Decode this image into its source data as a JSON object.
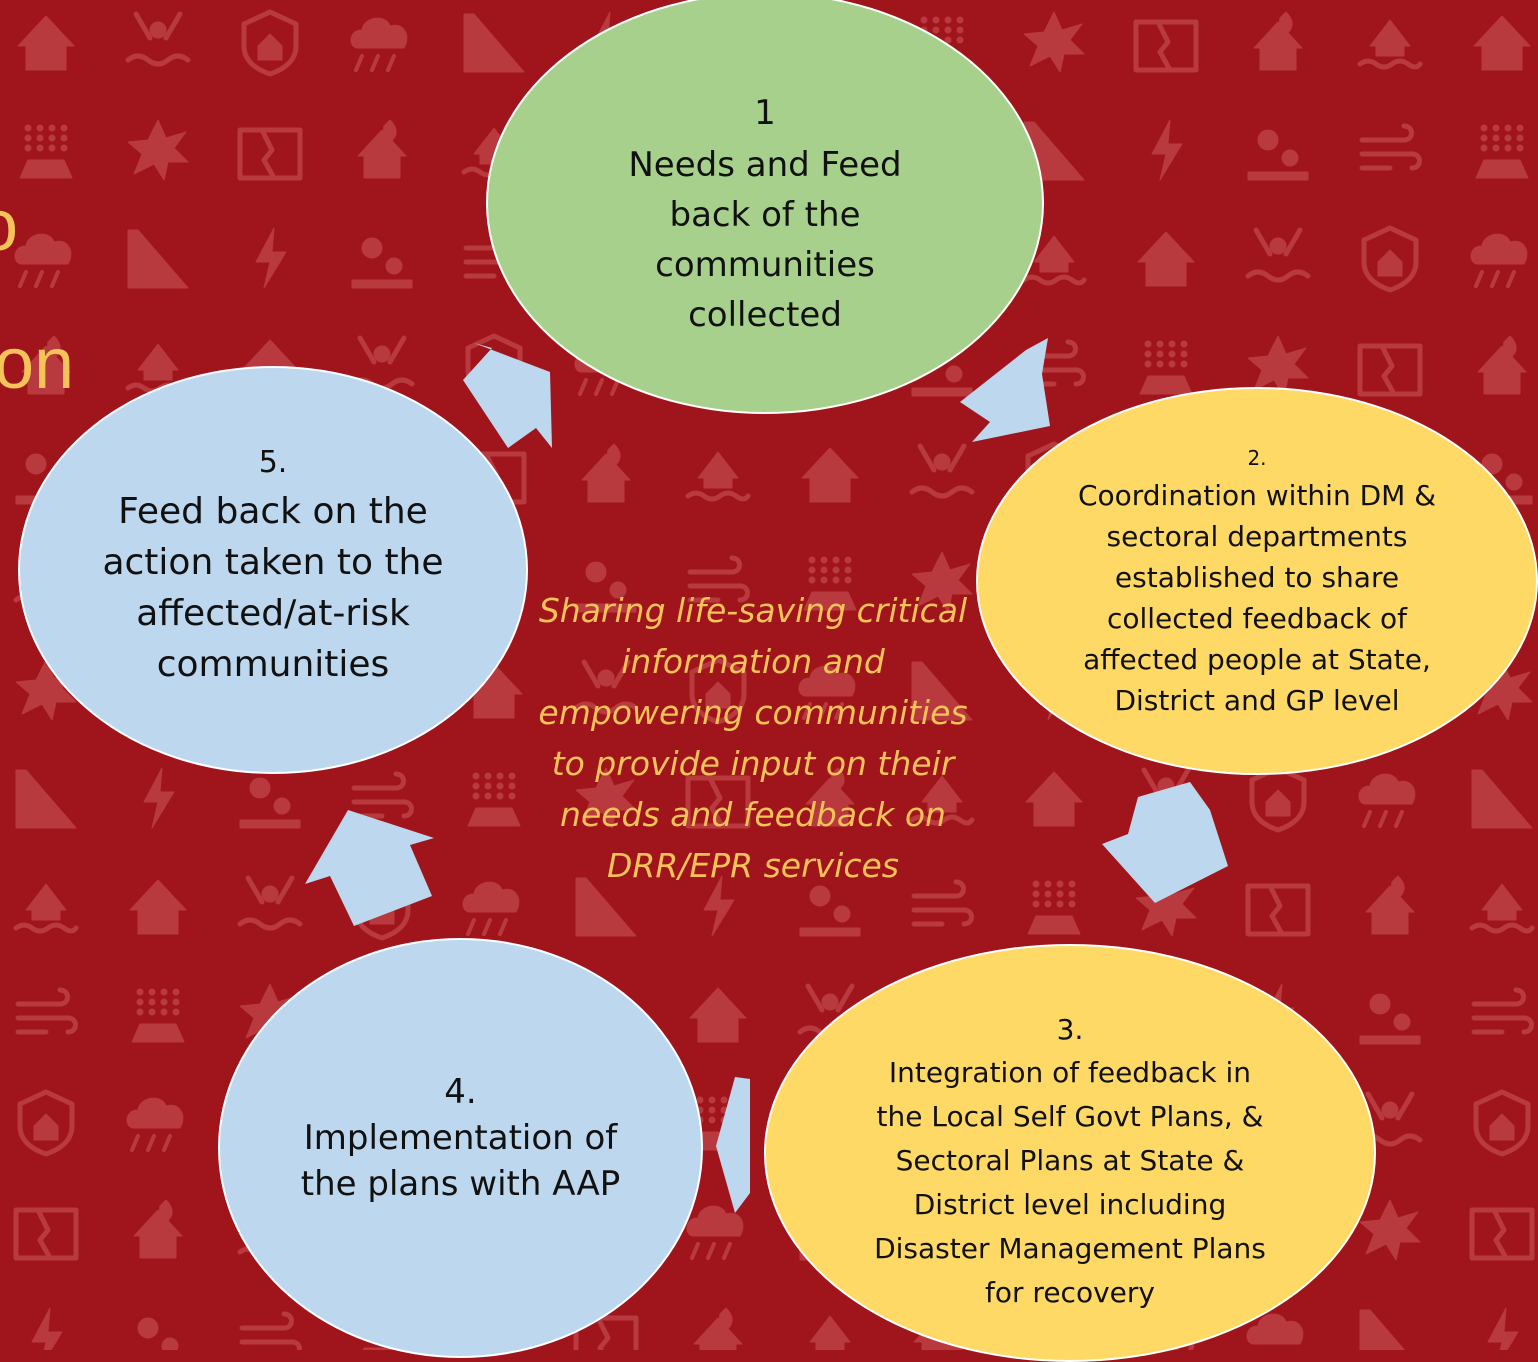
{
  "colors": {
    "background": "#a0151b",
    "pattern": "#b83a3e",
    "title_text": "#f6c25a",
    "green_node": "#a8d08d",
    "yellow_node": "#ffd966",
    "blue_node": "#bdd7ee",
    "arrow": "#bdd7ee",
    "center_text": "#f6c25a"
  },
  "partial_title": {
    "line1": "o",
    "line2": "on"
  },
  "center_text": "Sharing life-saving critical information and empowering communities to provide input on their needs and feedback on DRR/EPR services",
  "nodes": [
    {
      "id": "1",
      "number": "1",
      "text": "Needs and Feed back of the communities collected",
      "color": "green"
    },
    {
      "id": "2",
      "number": "2.",
      "text": "Coordination within DM & sectoral departments established to share collected feedback of affected people at  State, District and GP level",
      "color": "yellow"
    },
    {
      "id": "3",
      "number": "3.",
      "text": "Integration of feedback in the Local Self Govt Plans, & Sectoral Plans at State & District level including Disaster Management Plans for recovery",
      "color": "yellow"
    },
    {
      "id": "4",
      "number": "4.",
      "text": "Implementation of the plans with AAP",
      "color": "blue"
    },
    {
      "id": "5",
      "number": "5.",
      "text": "Feed back on the action taken to the affected/at-risk communities",
      "color": "blue"
    }
  ],
  "background_icons": [
    "house-icon",
    "shield-home-icon",
    "landslide-icon",
    "rockfall-icon",
    "hail-icon",
    "earthquake-crack-icon",
    "flood-house-icon",
    "drowning-icon",
    "storm-cloud-icon",
    "lightning-icon",
    "wind-icon",
    "explosion-icon",
    "fire-house-icon"
  ]
}
